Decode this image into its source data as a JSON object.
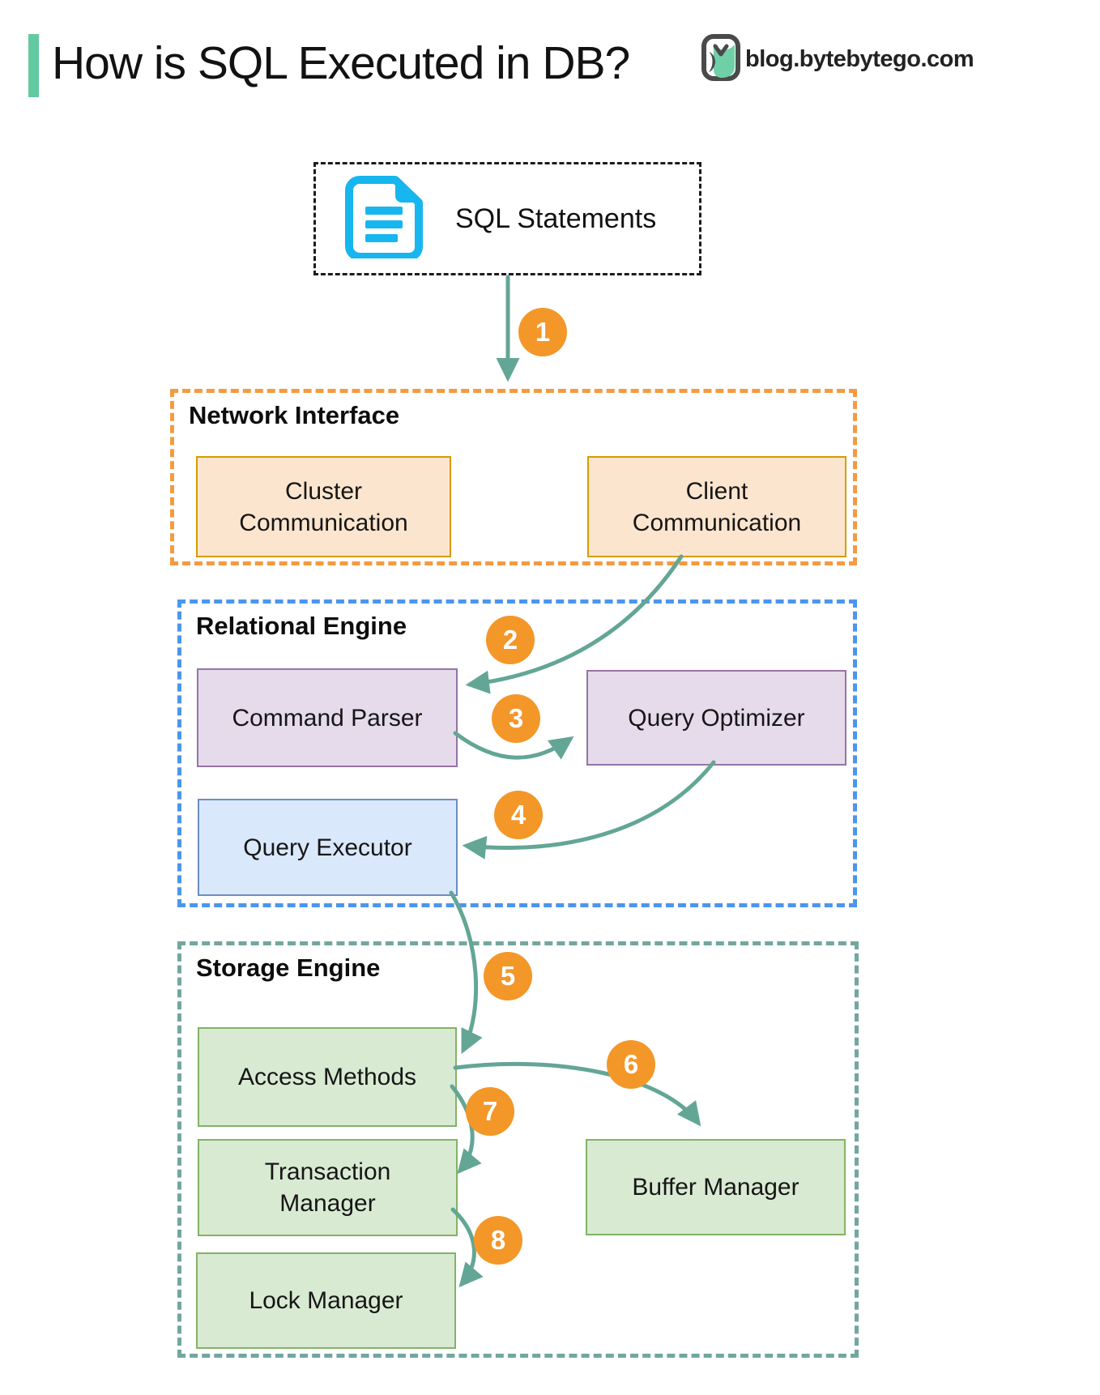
{
  "header": {
    "title": "How is SQL Executed in DB?",
    "site": "blog.bytebytego.com",
    "accent_color": "#63c9a0",
    "logo": "bytebytego-logo"
  },
  "source": {
    "label": "SQL Statements",
    "icon": "document-icon",
    "icon_color": "#17b6ee"
  },
  "sections": [
    {
      "title": "Network Interface",
      "border_color": "#f49b42",
      "box_fill": "#fce5ce",
      "box_border": "#d79b00",
      "boxes": [
        {
          "label": "Cluster Communication"
        },
        {
          "label": "Client Communication"
        }
      ]
    },
    {
      "title": "Relational Engine",
      "border_color": "#4c96ec",
      "box_fill": "#e6dbeb",
      "box_border": "#9673a6",
      "boxes": [
        {
          "label": "Command Parser"
        },
        {
          "label": "Query Optimizer"
        },
        {
          "label": "Query Executor",
          "fill": "#dae8fc",
          "border": "#6c8ebf"
        }
      ]
    },
    {
      "title": "Storage Engine",
      "border_color": "#72a79e",
      "box_fill": "#d9ead3",
      "box_border": "#82b366",
      "boxes": [
        {
          "label": "Access Methods"
        },
        {
          "label": "Buffer Manager"
        },
        {
          "label": "Transaction Manager"
        },
        {
          "label": "Lock Manager"
        }
      ]
    }
  ],
  "steps": [
    "1",
    "2",
    "3",
    "4",
    "5",
    "6",
    "7",
    "8"
  ],
  "flows": [
    {
      "step": "1",
      "from": "SQL Statements",
      "to": "Network Interface"
    },
    {
      "step": "2",
      "from": "Client Communication",
      "to": "Command Parser"
    },
    {
      "step": "3",
      "from": "Command Parser",
      "to": "Query Optimizer"
    },
    {
      "step": "4",
      "from": "Query Optimizer",
      "to": "Query Executor"
    },
    {
      "step": "5",
      "from": "Query Executor",
      "to": "Access Methods"
    },
    {
      "step": "6",
      "from": "Access Methods",
      "to": "Buffer Manager"
    },
    {
      "step": "7",
      "from": "Access Methods",
      "to": "Transaction Manager"
    },
    {
      "step": "8",
      "from": "Transaction Manager",
      "to": "Lock Manager"
    }
  ],
  "arrow_color": "#63a695",
  "step_circle_color": "#f39729"
}
